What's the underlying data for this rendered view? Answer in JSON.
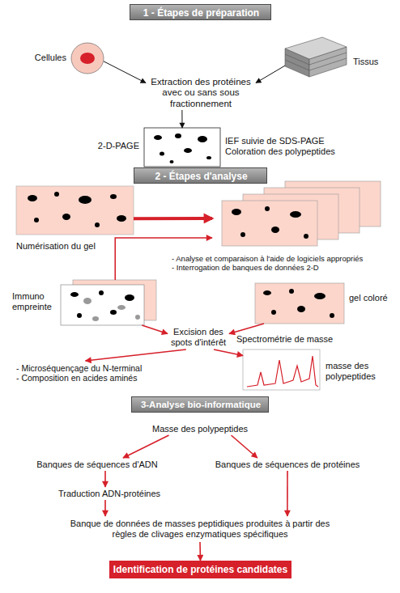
{
  "diagram": {
    "nodes": [
      {
        "text": [
          "1 - Étapes de préparation"
        ]
      },
      {
        "text": [
          "Cellules"
        ]
      },
      {
        "text": [
          "Tissus"
        ]
      },
      {
        "text": [
          "Extraction des protéines avec ou sans sous fractionnement"
        ]
      },
      {
        "text": [
          "2-D-PAGE",
          "IEF suivie de SDS-PAGE Coloration des polypeptides"
        ]
      },
      {
        "text": [
          "2 - Étapes d'analyse"
        ]
      },
      {
        "text": [
          "Numérisation du gel"
        ]
      },
      {
        "text": [
          "- Analyse et comparaison à l'aide de logiciels appropriés",
          "- Interrogation de banques de données 2-D"
        ]
      },
      {
        "text": [
          "Immuno empreinte"
        ]
      },
      {
        "text": [
          "gel coloré"
        ]
      },
      {
        "text": [
          "Excision des spots d'intérêt"
        ]
      },
      {
        "text": [
          "Spectrométrie de masse",
          "masse des polypeptides"
        ]
      },
      {
        "text": [
          "- Microséquençage du N-terminal",
          "- Composition en acides aminés"
        ]
      },
      {
        "text": [
          "3-Analyse bio-informatique"
        ]
      },
      {
        "text": [
          "Masse des polypeptides"
        ]
      },
      {
        "text": [
          "Banques de séquences d'ADN"
        ]
      },
      {
        "text": [
          "Banques de séquences de protéines"
        ]
      },
      {
        "text": [
          "Traduction ADN-protéines"
        ]
      },
      {
        "text": [
          "Banque de données de masses peptidiques produites à partir des règles de clivages enzymatiques spécifiques"
        ]
      },
      {
        "text": [
          "Identification de protéines candidates"
        ]
      }
    ],
    "edges": [
      {
        "from": 1,
        "to": 3,
        "arrow": "to"
      },
      {
        "from": 2,
        "to": 3,
        "arrow": "to"
      },
      {
        "from": 3,
        "to": 4,
        "arrow": "to"
      },
      {
        "from": 6,
        "to": 7,
        "arrow": "to"
      },
      {
        "from": 8,
        "to": 7,
        "arrow": "to"
      },
      {
        "from": 8,
        "to": 10,
        "arrow": "to"
      },
      {
        "from": 9,
        "to": 10,
        "arrow": "to"
      },
      {
        "from": 10,
        "to": 12,
        "arrow": "to"
      },
      {
        "from": 10,
        "to": 11,
        "arrow": "to"
      },
      {
        "from": 14,
        "to": 15,
        "arrow": "to"
      },
      {
        "from": 14,
        "to": 16,
        "arrow": "to"
      },
      {
        "from": 15,
        "to": 17,
        "arrow": "to"
      },
      {
        "from": 17,
        "to": 18,
        "arrow": "to"
      },
      {
        "from": 16,
        "to": 18,
        "arrow": "to"
      },
      {
        "from": 18,
        "to": 19,
        "arrow": "to"
      }
    ]
  }
}
